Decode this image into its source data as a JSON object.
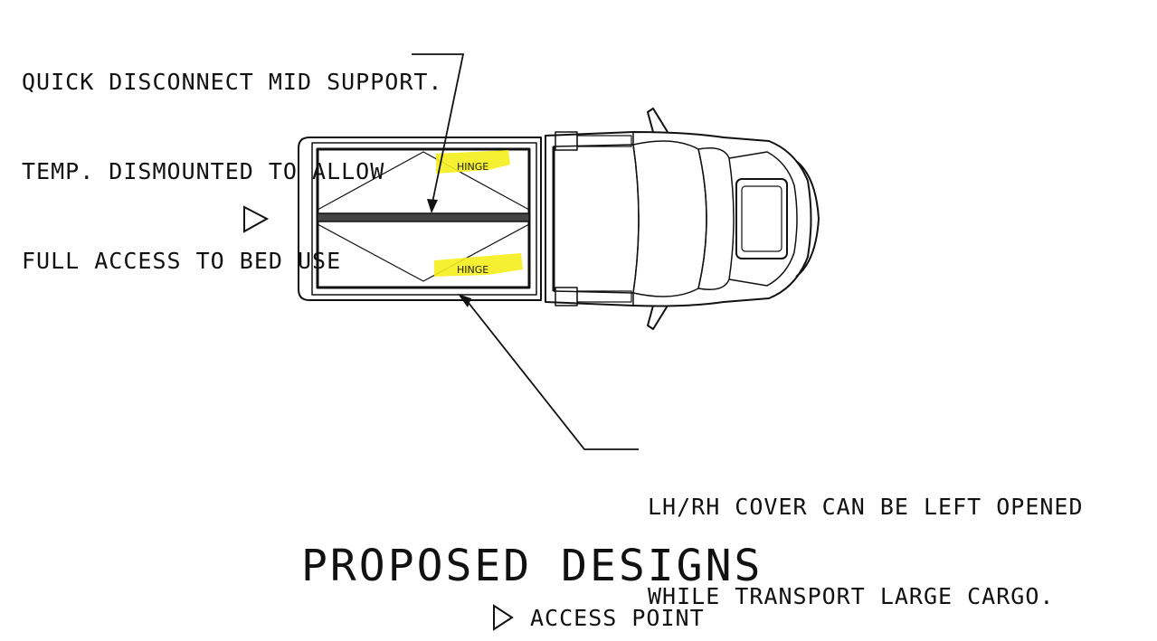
{
  "notes": {
    "mid_support": [
      "QUICK DISCONNECT MID SUPPORT.",
      "TEMP. DISMOUNTED TO ALLOW",
      "FULL ACCESS TO BED USE"
    ],
    "cover": [
      "LH/RH COVER CAN BE LEFT OPENED",
      "WHILE TRANSPORT LARGE CARGO."
    ]
  },
  "labels": {
    "hinge_upper": "HINGE",
    "hinge_lower": "HINGE"
  },
  "title": "PROPOSED DESIGNS",
  "legend": {
    "icon": "triangle-icon",
    "label": "ACCESS POINT"
  },
  "colors": {
    "line": "#111111",
    "highlight": "#f5ee1c"
  }
}
